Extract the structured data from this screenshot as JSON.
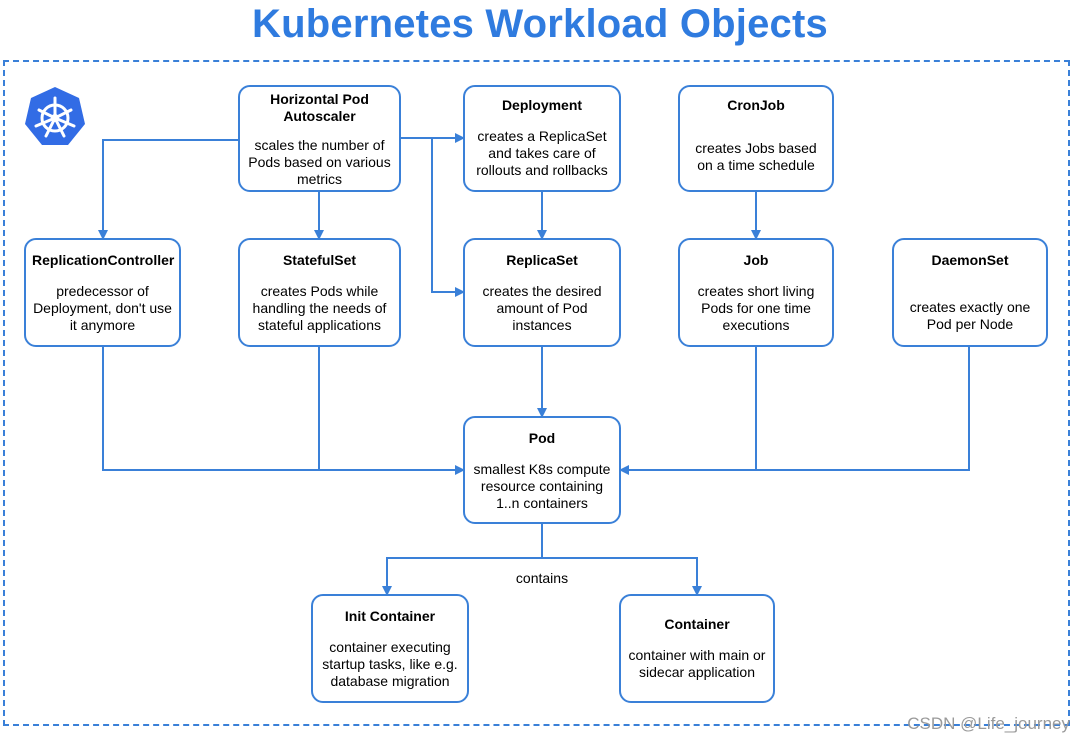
{
  "title": "Kubernetes Workload Objects",
  "logo_icon": "kubernetes-helm-icon",
  "colors": {
    "accent": "#3a80d8",
    "title": "#2f7bdf"
  },
  "nodes": {
    "hpa": {
      "title": "Horizontal Pod Autoscaler",
      "desc": "scales the number of Pods based on various metrics"
    },
    "deployment": {
      "title": "Deployment",
      "desc": "creates a ReplicaSet and takes care of rollouts and rollbacks"
    },
    "cronjob": {
      "title": "CronJob",
      "desc": "creates Jobs based on a time schedule"
    },
    "replicationcontroller": {
      "title": "ReplicationController",
      "desc": "predecessor of Deployment, don't use it anymore"
    },
    "statefulset": {
      "title": "StatefulSet",
      "desc": "creates Pods while handling the needs of stateful applications"
    },
    "replicaset": {
      "title": "ReplicaSet",
      "desc": "creates the desired amount of Pod instances"
    },
    "job": {
      "title": "Job",
      "desc": "creates short living Pods for one time executions"
    },
    "daemonset": {
      "title": "DaemonSet",
      "desc": "creates exactly one Pod per Node"
    },
    "pod": {
      "title": "Pod",
      "desc": "smallest K8s compute resource containing 1..n containers"
    },
    "initcontainer": {
      "title": "Init Container",
      "desc": "container executing startup tasks, like e.g. database migration"
    },
    "container": {
      "title": "Container",
      "desc": "container with main or sidecar application"
    }
  },
  "edge_labels": {
    "contains": "contains"
  },
  "watermark": "CSDN @Life_journey"
}
